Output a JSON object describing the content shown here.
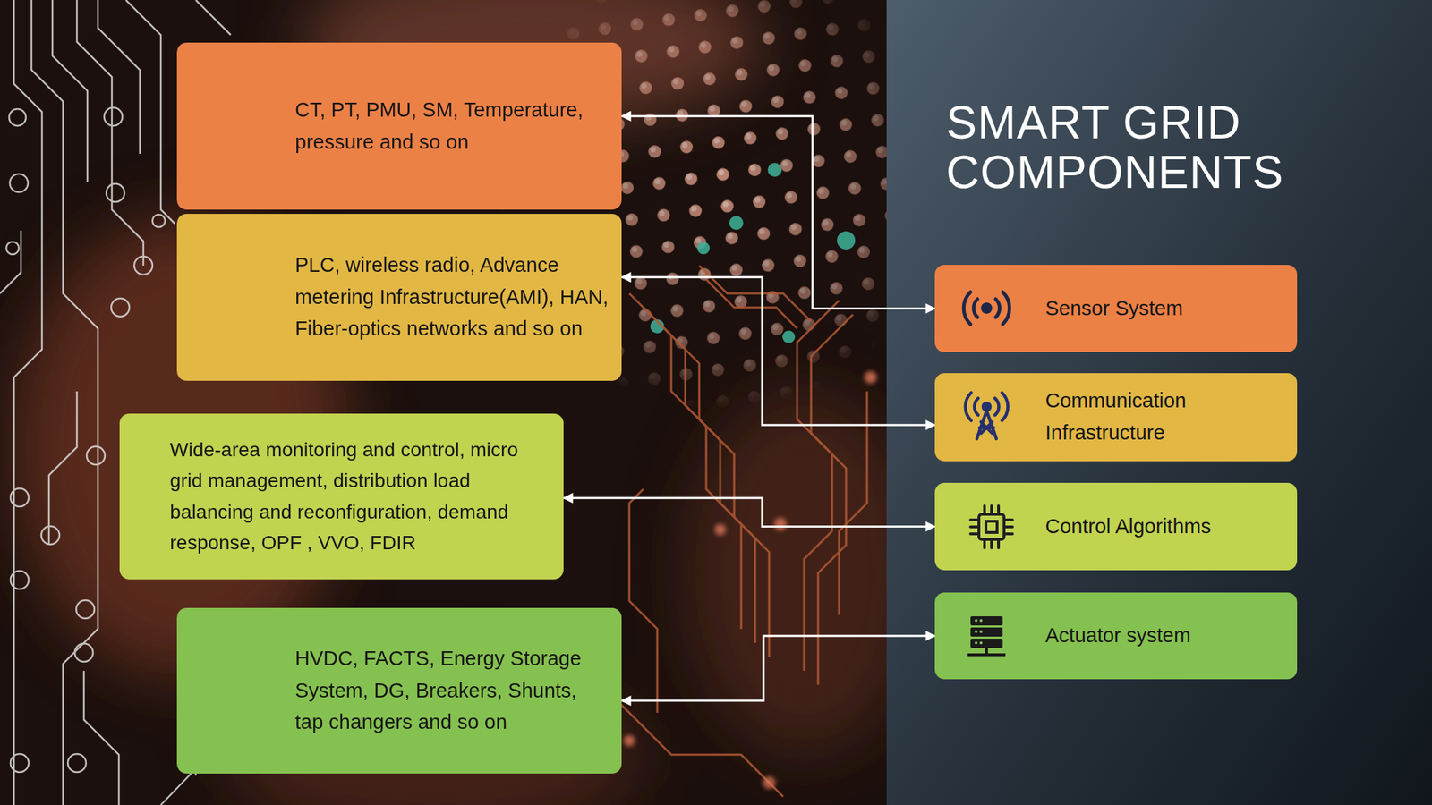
{
  "diagram": {
    "title": "SMART GRID COMPONENTS",
    "nodes": [
      {
        "text": [
          "CT, PT, PMU, SM, Temperature, pressure and so on"
        ]
      },
      {
        "text": [
          "PLC, wireless radio, Advance metering Infrastructure(AMI), HAN, Fiber-optics networks and so on"
        ]
      },
      {
        "text": [
          "Wide-area monitoring and control, micro grid management, distribution load balancing and reconfiguration, demand response, OPF , VVO, FDIR"
        ]
      },
      {
        "text": [
          "HVDC, FACTS, Energy Storage System, DG, Breakers, Shunts, tap changers and so on"
        ]
      },
      {
        "text": [
          "Sensor System"
        ]
      },
      {
        "text": [
          "Communication Infrastructure"
        ]
      },
      {
        "text": [
          "Control Algorithms"
        ]
      },
      {
        "text": [
          "Actuator system"
        ]
      }
    ],
    "edges": [
      {
        "from": 0,
        "to": 4,
        "arrow": "both"
      },
      {
        "from": 1,
        "to": 5,
        "arrow": "both"
      },
      {
        "from": 2,
        "to": 6,
        "arrow": "both"
      },
      {
        "from": 3,
        "to": 7,
        "arrow": "both"
      }
    ]
  }
}
